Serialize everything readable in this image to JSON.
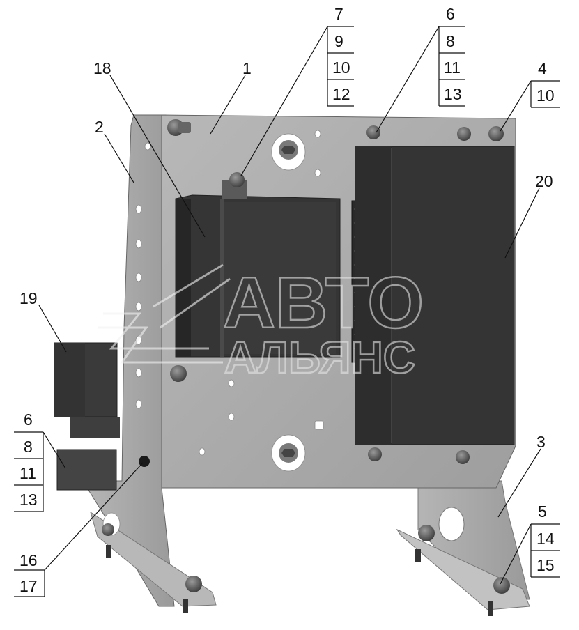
{
  "watermark": {
    "line1": "АВТО",
    "line2": "АЛЬЯНС"
  },
  "callouts": {
    "c1": "1",
    "c2": "2",
    "c3": "3",
    "c4": [
      "4",
      "10"
    ],
    "c5": [
      "5",
      "14",
      "15"
    ],
    "c6_top": [
      "6",
      "8",
      "11",
      "13"
    ],
    "c6_left": [
      "6",
      "8",
      "11",
      "13"
    ],
    "c7": [
      "7",
      "9",
      "10",
      "12"
    ],
    "c16": [
      "16",
      "17"
    ],
    "c18": "18",
    "c19": "19",
    "c20": "20"
  },
  "colors": {
    "plate": "#a9a9a9",
    "plate_light": "#c4c4c4",
    "module_dark": "#2c2c2c",
    "module_mid": "#3b3b3b",
    "bolt": "#555555"
  }
}
